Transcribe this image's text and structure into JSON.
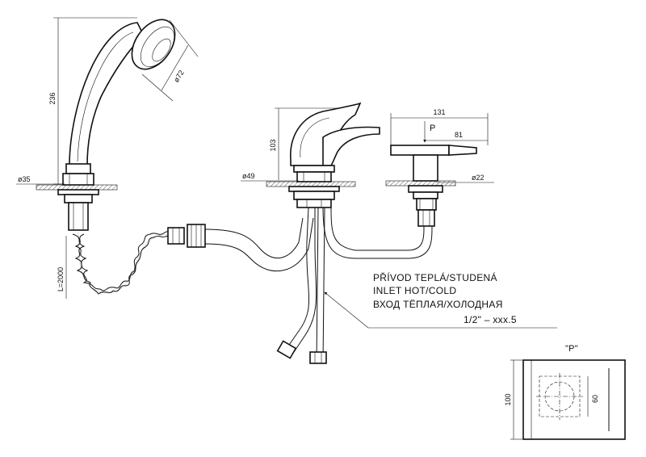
{
  "dimensions": {
    "shower_height": "236",
    "shower_head_diameter": "ø72",
    "handshower_base": "ø35",
    "hose_length": "L=2000",
    "mixer_height": "103",
    "mixer_base": "ø49",
    "valve_width": "131",
    "valve_handle": "81",
    "valve_base": "ø22",
    "detail_width": "100",
    "detail_inner": "60"
  },
  "labels": {
    "inlet_cz": "PŘÍVOD TEPLÁ/STUDENÁ",
    "inlet_en": "INLET HOT/COLD",
    "inlet_ru": "ВХОД ТЁПЛАЯ/ХОЛОДНАЯ",
    "thread": "1/2\"  –  xxx.5",
    "view_marker": "P",
    "detail_title": "\"P\""
  }
}
